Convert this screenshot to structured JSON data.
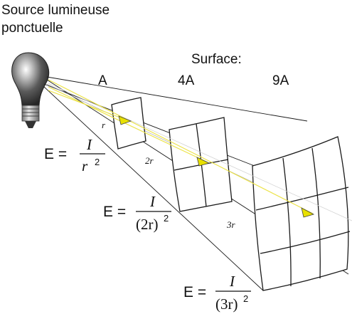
{
  "source_label": [
    "Source lumineuse",
    "ponctuelle"
  ],
  "surface_label": "Surface:",
  "surfaces": [
    "A",
    "4A",
    "9A"
  ],
  "distances": [
    "r",
    "2r",
    "3r"
  ],
  "formulas": [
    {
      "lhs": "E =",
      "num": "I",
      "den": "r",
      "den_sup": "2"
    },
    {
      "lhs": "E =",
      "num": "I",
      "den": "(2r)",
      "den_sup": "2"
    },
    {
      "lhs": "E =",
      "num": "I",
      "den": "(3r)",
      "den_sup": "2"
    }
  ],
  "colors": {
    "rays": "#ece34a",
    "arrows": "#e8e000",
    "lines": "#1a1a1a"
  },
  "icons": [
    "light-bulb-icon"
  ]
}
